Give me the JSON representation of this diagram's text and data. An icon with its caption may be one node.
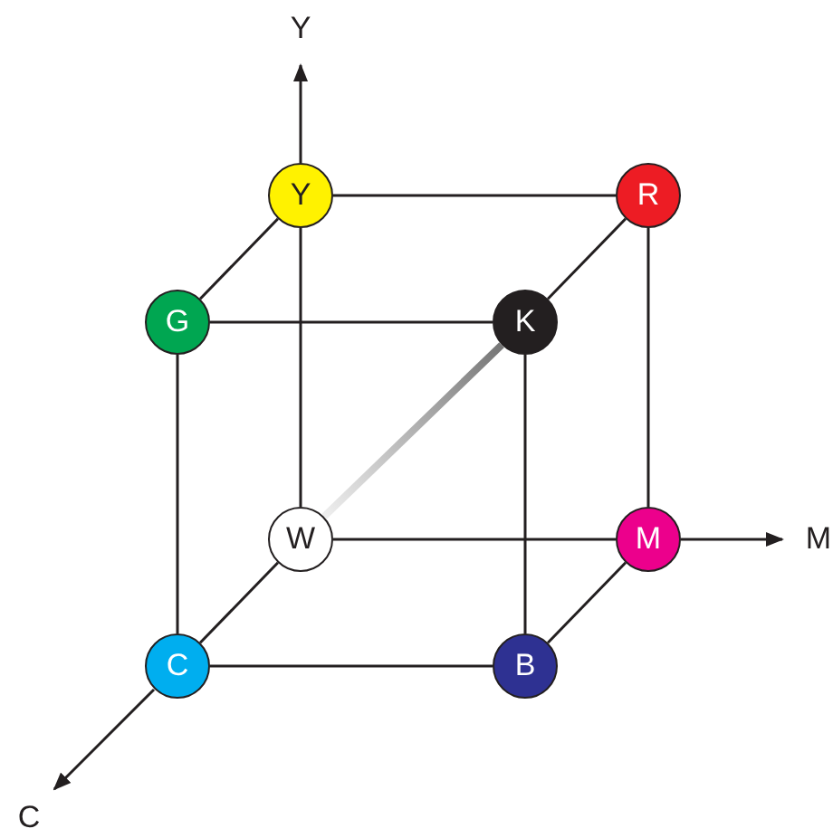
{
  "diagram": {
    "nodes": [
      {
        "text": [
          "Y"
        ]
      },
      {
        "text": [
          "R"
        ]
      },
      {
        "text": [
          "G"
        ]
      },
      {
        "text": [
          "K"
        ]
      },
      {
        "text": [
          "W"
        ]
      },
      {
        "text": [
          "M"
        ]
      },
      {
        "text": [
          "C"
        ]
      },
      {
        "text": [
          "B"
        ]
      }
    ],
    "edges": [
      {
        "from": 0,
        "to": 1,
        "arrow": "none"
      },
      {
        "from": 0,
        "to": 2,
        "arrow": "none"
      },
      {
        "from": 0,
        "to": 4,
        "arrow": "none"
      },
      {
        "from": 1,
        "to": 3,
        "arrow": "none"
      },
      {
        "from": 1,
        "to": 5,
        "arrow": "none"
      },
      {
        "from": 2,
        "to": 3,
        "arrow": "none"
      },
      {
        "from": 2,
        "to": 6,
        "arrow": "none"
      },
      {
        "from": 3,
        "to": 7,
        "arrow": "none"
      },
      {
        "from": 3,
        "to": 4,
        "arrow": "none",
        "style": "thick",
        "color": "#666666"
      },
      {
        "from": 4,
        "to": 5,
        "arrow": "none"
      },
      {
        "from": 4,
        "to": 6,
        "arrow": "none"
      },
      {
        "from": 6,
        "to": 7,
        "arrow": "none"
      },
      {
        "from": 7,
        "to": 5,
        "arrow": "none"
      }
    ],
    "labels": [
      "Y",
      "M",
      "C"
    ]
  }
}
